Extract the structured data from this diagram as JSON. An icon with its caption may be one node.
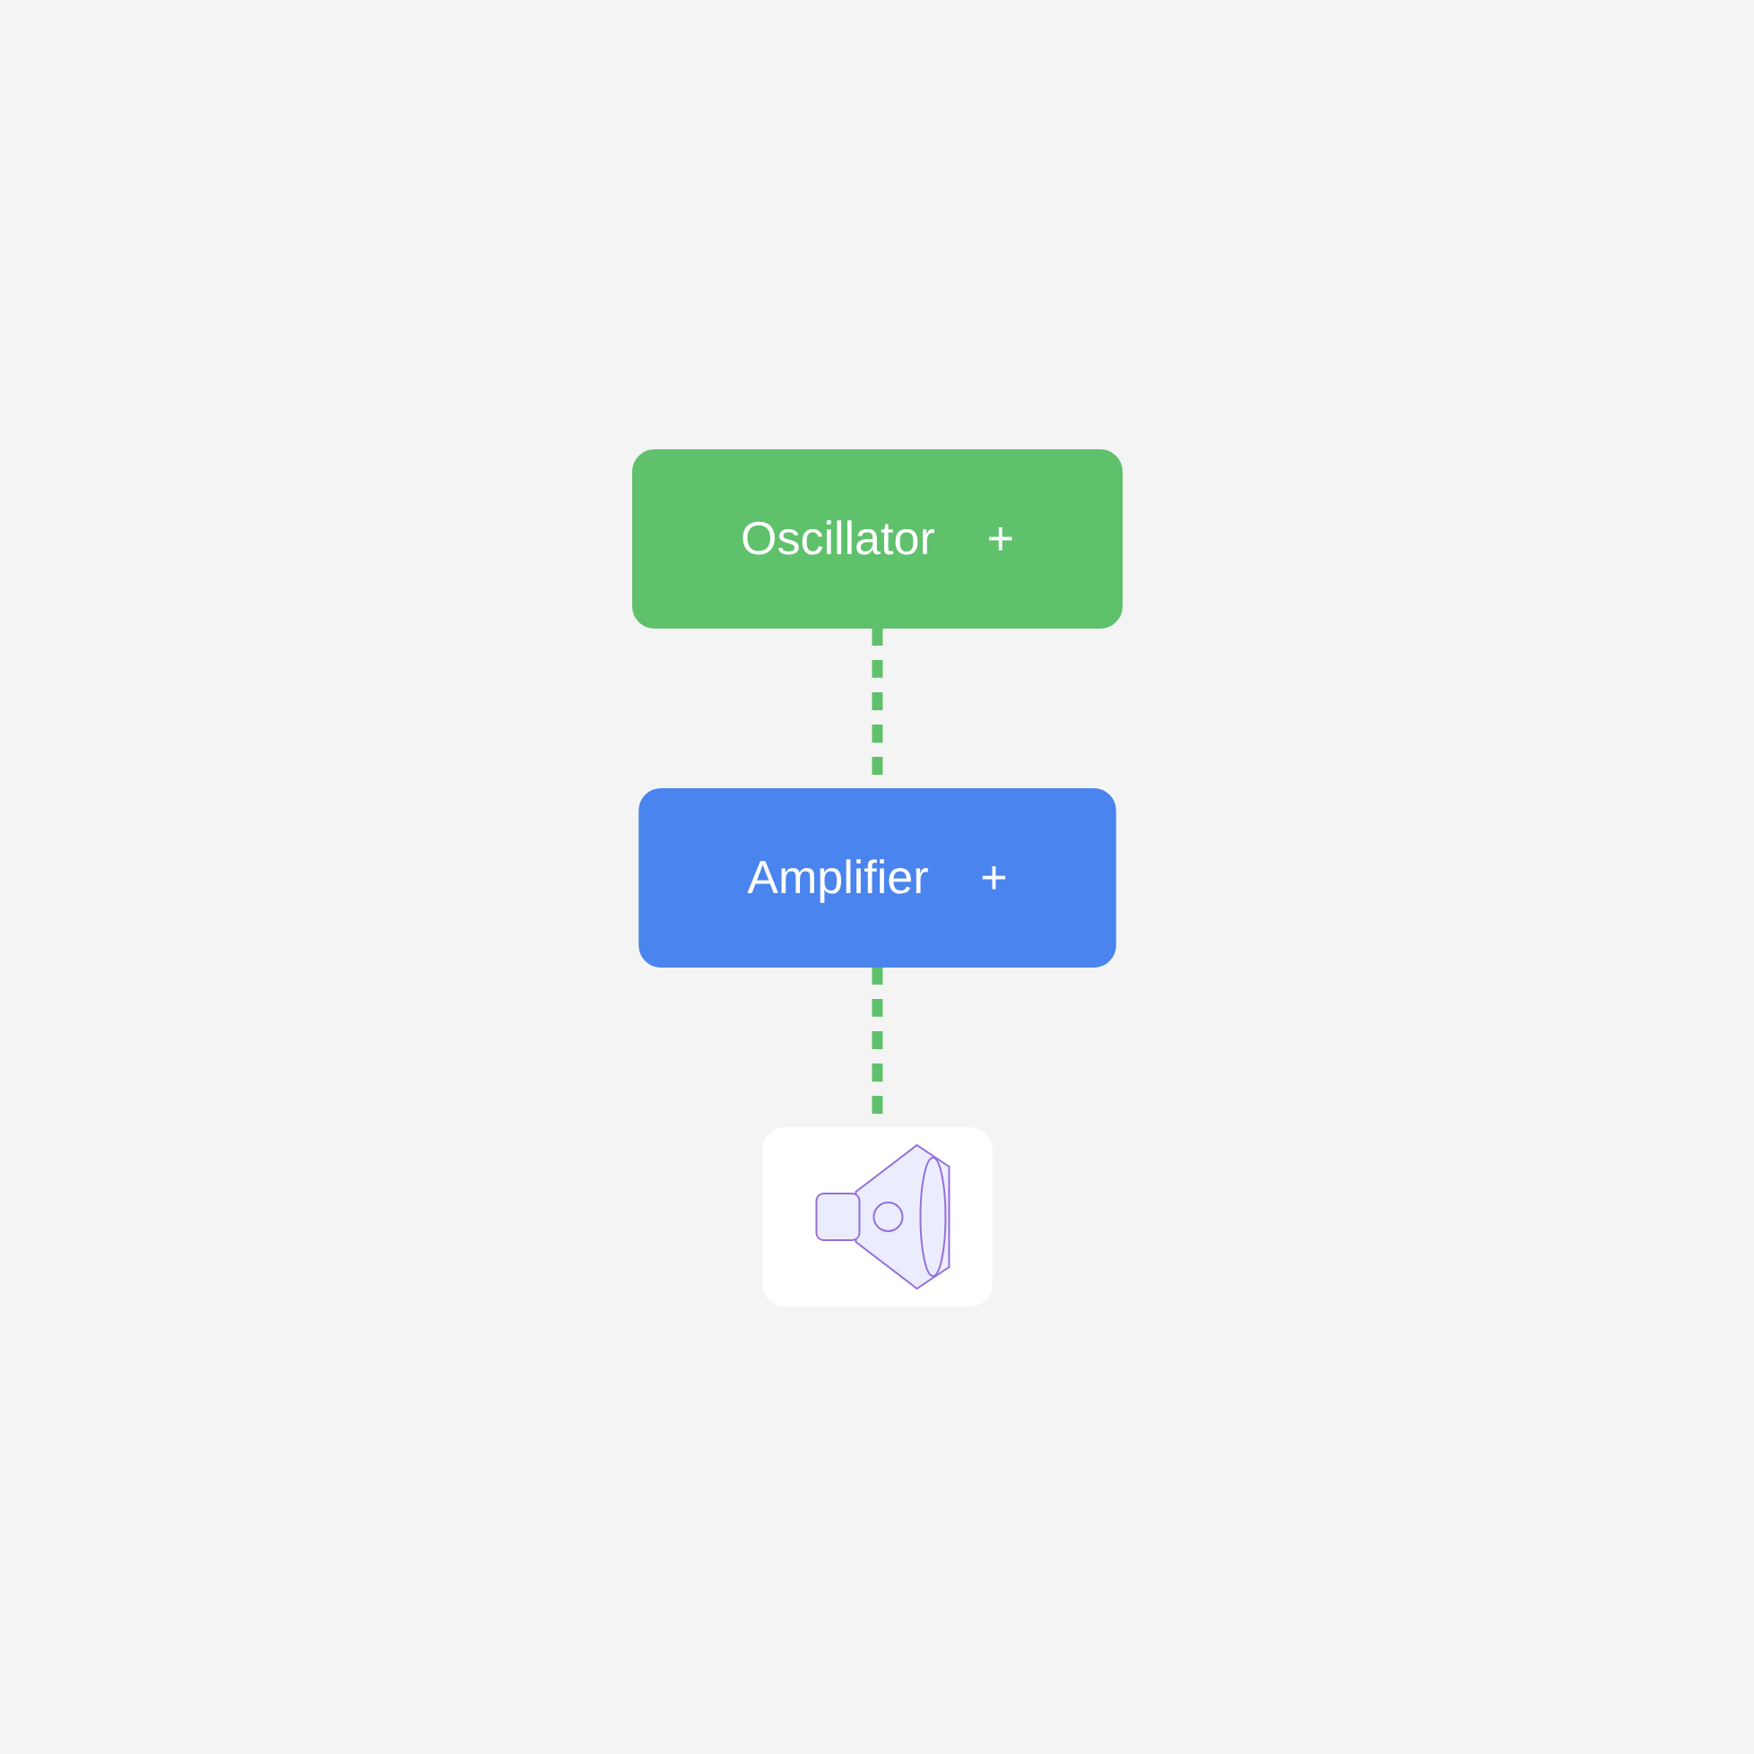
{
  "diagram": {
    "nodes": [
      {
        "text": [
          "Oscillator",
          "+"
        ]
      },
      {
        "text": [
          "Amplifier",
          "+"
        ]
      },
      {
        "text": [],
        "shape": "picture"
      }
    ],
    "edges": [
      {
        "from": 0,
        "to": 1,
        "arrow": "none",
        "style": "dashed"
      },
      {
        "from": 1,
        "to": 2,
        "arrow": "none",
        "style": "dashed"
      }
    ]
  }
}
